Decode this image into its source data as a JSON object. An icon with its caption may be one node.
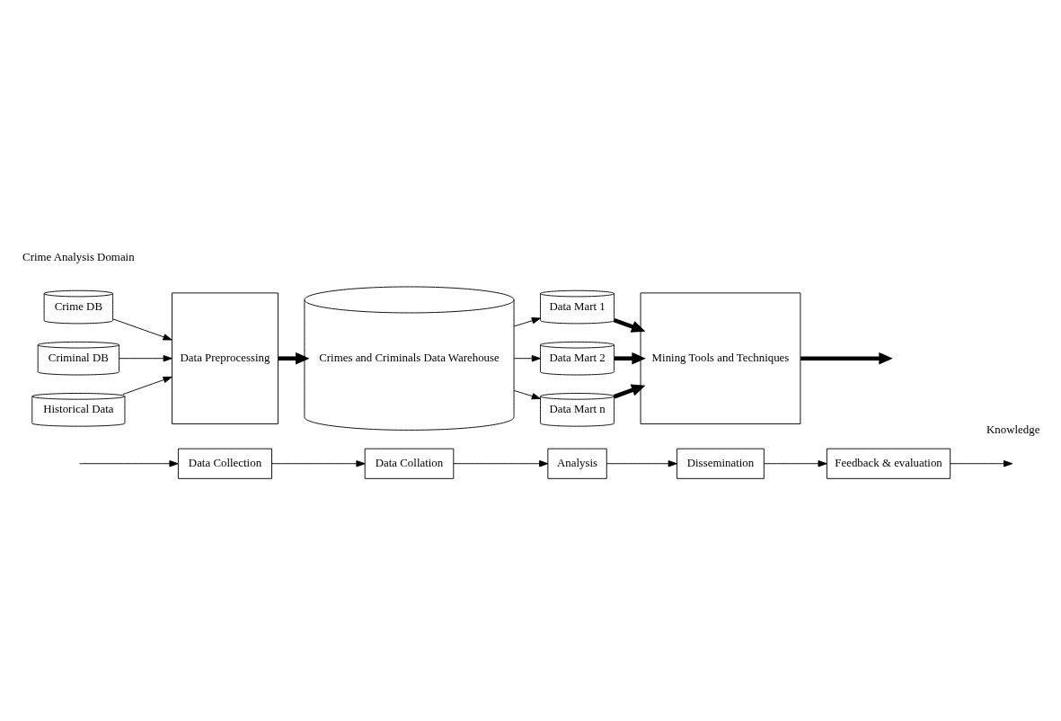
{
  "diagram": {
    "nodes": [
      {
        "text": [
          "Data Collection"
        ]
      },
      {
        "text": [
          "Data Collation"
        ]
      },
      {
        "text": [
          "Analysis"
        ]
      },
      {
        "text": [
          "Dissemination"
        ]
      },
      {
        "text": [
          "Feedback & evaluation"
        ]
      },
      {
        "text": [
          "Crime DB"
        ]
      },
      {
        "text": [
          "Criminal DB"
        ]
      },
      {
        "text": [
          "Historical Data"
        ]
      },
      {
        "text": [
          "Data Preprocessing"
        ]
      },
      {
        "text": [
          "Crimes and Criminals Data Warehouse"
        ]
      },
      {
        "text": [
          "Data Mart 1"
        ]
      },
      {
        "text": [
          "Data Mart 2"
        ]
      },
      {
        "text": [
          "Data Mart n"
        ]
      },
      {
        "text": [
          "Mining Tools and Techniques"
        ]
      }
    ],
    "edges": [
      {
        "from": null,
        "to": 0,
        "arrow": "to"
      },
      {
        "from": 0,
        "to": 1,
        "arrow": "to"
      },
      {
        "from": 1,
        "to": 2,
        "arrow": "to"
      },
      {
        "from": 2,
        "to": 3,
        "arrow": "to"
      },
      {
        "from": 3,
        "to": 4,
        "arrow": "to"
      },
      {
        "from": 4,
        "to": null,
        "arrow": "to"
      },
      {
        "from": 5,
        "to": 8,
        "arrow": "to"
      },
      {
        "from": 6,
        "to": 8,
        "arrow": "to"
      },
      {
        "from": 7,
        "to": 8,
        "arrow": "to"
      },
      {
        "from": 8,
        "to": 9,
        "arrow": "to",
        "style": "thick"
      },
      {
        "from": 9,
        "to": 10,
        "arrow": "to"
      },
      {
        "from": 9,
        "to": 11,
        "arrow": "to"
      },
      {
        "from": 9,
        "to": 12,
        "arrow": "to"
      },
      {
        "from": 10,
        "to": 13,
        "arrow": "to",
        "style": "thick"
      },
      {
        "from": 11,
        "to": 13,
        "arrow": "to",
        "style": "thick"
      },
      {
        "from": 12,
        "to": 13,
        "arrow": "to",
        "style": "thick"
      },
      {
        "from": 13,
        "to": null,
        "arrow": "to",
        "style": "thick"
      }
    ],
    "labels": [
      "Crime Analysis Domain",
      "Knowledge"
    ]
  }
}
